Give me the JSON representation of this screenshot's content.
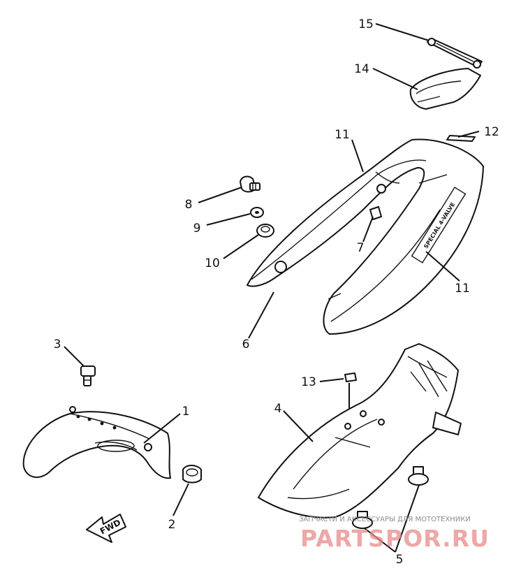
{
  "callouts": {
    "c1": "1",
    "c2": "2",
    "c3": "3",
    "c4": "4",
    "c5": "5",
    "c6": "6",
    "c7": "7",
    "c8": "8",
    "c9": "9",
    "c10": "10",
    "c11a": "11",
    "c11b": "11",
    "c12": "12",
    "c13": "13",
    "c14": "14",
    "c15": "15"
  },
  "decal_text": "SPECIAL 4-VALVE",
  "fwd_label": "FWD",
  "watermark": {
    "caption": "ЗАПЧАСТИ И АКСЕССУАРЫ ДЛЯ МОТОТЕХНИКИ",
    "brand": "PARTSPOR.RU",
    "color": "#e88a8a"
  }
}
